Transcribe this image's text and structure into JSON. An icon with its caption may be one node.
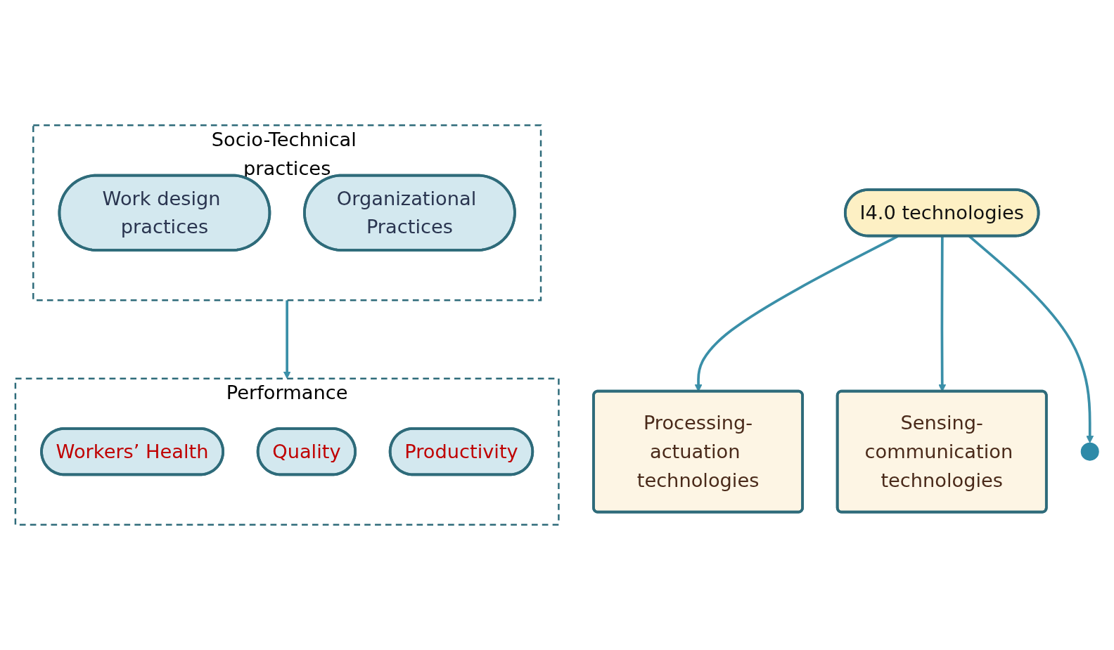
{
  "diagram": {
    "nodes": [
      {
        "text": [
          "Processing-actuation technologies"
        ]
      },
      {
        "text": [
          "I4.0 technologies"
        ]
      },
      {
        "text": [
          "Sensing-communication technologies"
        ]
      },
      {
        "text": [
          "Socio-Technical practices"
        ]
      },
      {
        "text": [
          "Work design practices"
        ],
        "in": 3
      },
      {
        "text": [
          "Organizational Practices"
        ],
        "in": 3
      },
      {
        "text": [
          "Performance"
        ]
      },
      {
        "text": [
          "Workers’ Health"
        ],
        "in": 6
      },
      {
        "text": [
          "Quality"
        ],
        "in": 6
      },
      {
        "text": [
          "Productivity"
        ],
        "in": 6
      }
    ],
    "edges": [
      {
        "from": 1,
        "to": 0,
        "arrow": "to"
      },
      {
        "from": 1,
        "to": 2,
        "arrow": "to"
      },
      {
        "from": 3,
        "to": 6,
        "arrow": "to"
      },
      {
        "from": 1,
        "to": null,
        "arrow": "to"
      }
    ]
  }
}
